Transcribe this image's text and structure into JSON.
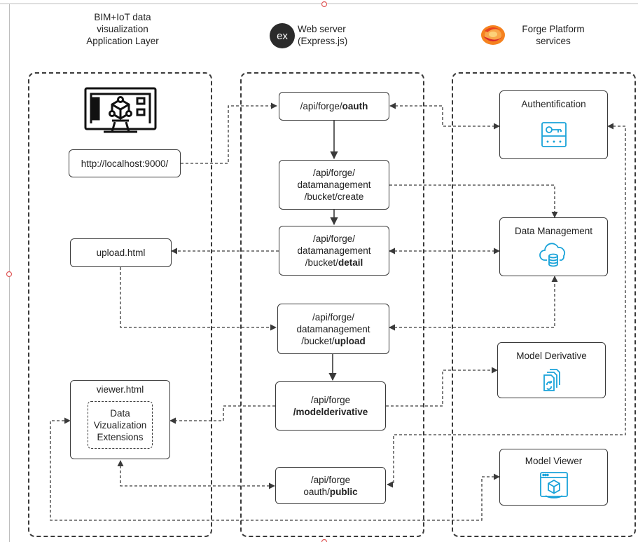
{
  "headers": {
    "app_layer": [
      "BIM+IoT data",
      "visualization",
      "Application Layer"
    ],
    "web_server": [
      "Web server",
      "(Express.js)"
    ],
    "forge": [
      "Forge Platform",
      "services"
    ],
    "express_logo_text": "ex"
  },
  "app": {
    "url": "http://localhost:9000/",
    "upload": "upload.html",
    "viewer": "viewer.html",
    "extensions": [
      "Data",
      "Vizualization",
      "Extensions"
    ]
  },
  "server": {
    "oauth": {
      "prefix": "/api/forge/",
      "bold": "oauth"
    },
    "create": [
      "/api/forge/",
      "datamanagement",
      "/bucket/create"
    ],
    "detail": {
      "l1": "/api/forge/",
      "l2": "datamanagement",
      "l3_prefix": "/bucket/",
      "l3_bold": "detail"
    },
    "upload": {
      "l1": "/api/forge/",
      "l2": "datamanagement",
      "l3_prefix": "/bucket/",
      "l3_bold": "upload"
    },
    "modelderivative": {
      "l1": "/api/forge",
      "l2_bold": "/modelderivative"
    },
    "public": {
      "l1": "/api/forge",
      "l2_prefix": "oauth/",
      "l2_bold": "public"
    }
  },
  "forge": {
    "auth": "Authentification",
    "data_management": "Data Management",
    "model_derivative": "Model Derivative",
    "model_viewer": "Model Viewer"
  },
  "colors": {
    "line": "#3a3a3a",
    "forge_icon": "#1aa3d9",
    "forge_logo_orange": "#f5821f",
    "forge_logo_red": "#d9272e",
    "express_logo_bg": "#2b2b2b"
  },
  "icons": [
    "computer-monitor-icon",
    "express-logo-icon",
    "forge-logo-icon",
    "key-icon",
    "cloud-database-icon",
    "documents-icon",
    "model-cube-icon"
  ]
}
